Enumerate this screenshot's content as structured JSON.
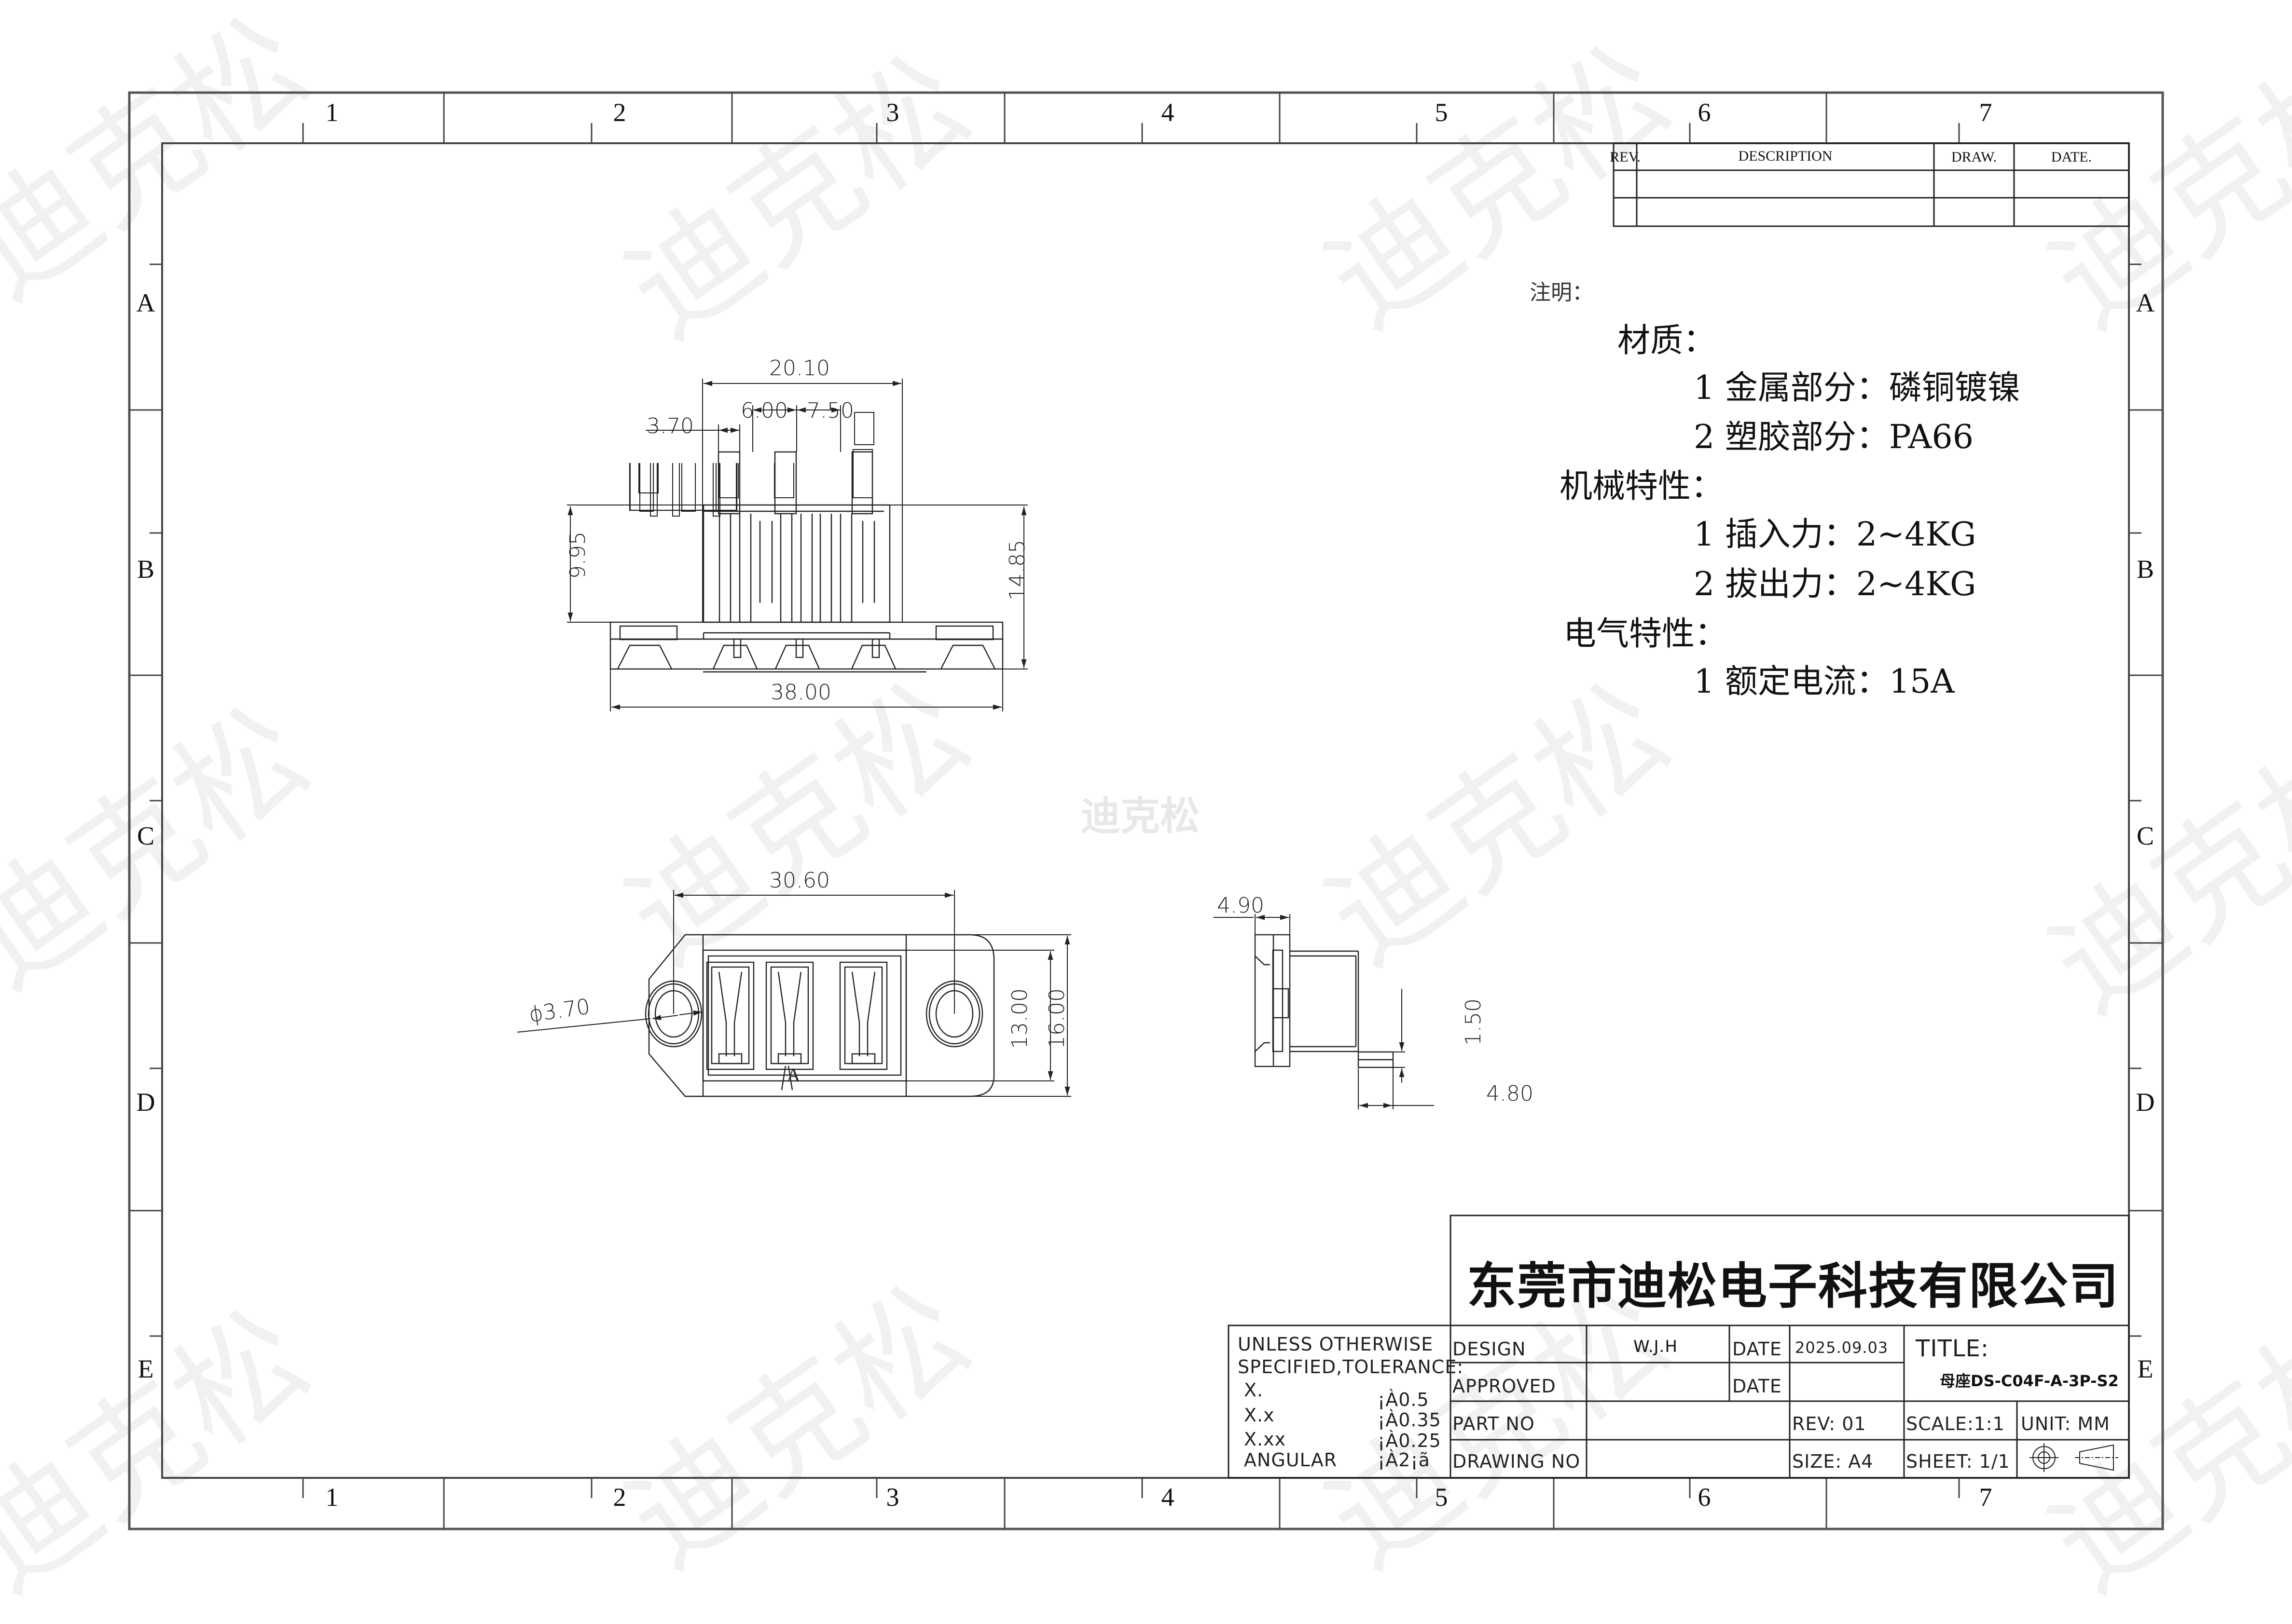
{
  "watermark": {
    "text": "迪克松",
    "center_logo": "迪克松"
  },
  "frame": {
    "columns": [
      "1",
      "2",
      "3",
      "4",
      "5",
      "6",
      "7"
    ],
    "rows": [
      "A",
      "B",
      "C",
      "D",
      "E"
    ]
  },
  "revision_table": {
    "headers": [
      "REV.",
      "DESCRIPTION",
      "DRAW.",
      "DATE."
    ],
    "rows": [
      [
        "",
        "",
        "",
        ""
      ],
      [
        "",
        "",
        "",
        ""
      ]
    ]
  },
  "notes": {
    "heading": "注明：",
    "sections": [
      {
        "title": "材质：",
        "items": [
          "1  金属部分：磷铜镀镍",
          "2  塑胶部分：PA66"
        ]
      },
      {
        "title": "机械特性：",
        "items": [
          "1  插入力：2~4KG",
          "2  拔出力：2~4KG"
        ]
      },
      {
        "title": "电气特性：",
        "items": [
          "1  额定电流：15A"
        ]
      }
    ]
  },
  "views": {
    "front": {
      "dims": {
        "overall_top": "20.10",
        "pin_width": "3.70",
        "pitch_1": "6.00",
        "pitch_2": "7.50",
        "body_height": "9.95",
        "total_height": "14.85",
        "base_width": "38.00"
      }
    },
    "top": {
      "dims": {
        "hole_spacing": "30.60",
        "hole_dia": "ϕ3.70",
        "inner_height": "13.00",
        "outer_height": "16.00"
      },
      "section_label": "A"
    },
    "side": {
      "dims": {
        "flange_thickness": "4.90",
        "pin_thickness": "1.50",
        "pin_length": "4.80"
      }
    }
  },
  "title_block": {
    "company": "东莞市迪松电子科技有限公司",
    "tolerance": {
      "heading_1": "UNLESS OTHERWISE",
      "heading_2": "SPECIFIED,TOLERANCE:",
      "rows": [
        {
          "label": "X.",
          "value": "¡À0.5"
        },
        {
          "label": "X.x",
          "value": "¡À0.35"
        },
        {
          "label": "X.xx",
          "value": "¡À0.25"
        },
        {
          "label": "ANGULAR",
          "value": "¡À2¡ã"
        }
      ]
    },
    "design_label": "DESIGN",
    "design_value": "W.J.H",
    "approved_label": "APPROVED",
    "approved_value": "",
    "part_no_label": "PART NO",
    "drawing_no_label": "DRAWING NO",
    "date_label": "DATE",
    "design_date": "2025.09.03",
    "approved_date": "",
    "title_label": "TITLE:",
    "title_value": "母座DS-C04F-A-3P-S2",
    "rev": "REV: 01",
    "size": "SIZE: A4",
    "scale": "SCALE:1:1",
    "sheet": "SHEET: 1/1",
    "unit": "UNIT: MM"
  }
}
